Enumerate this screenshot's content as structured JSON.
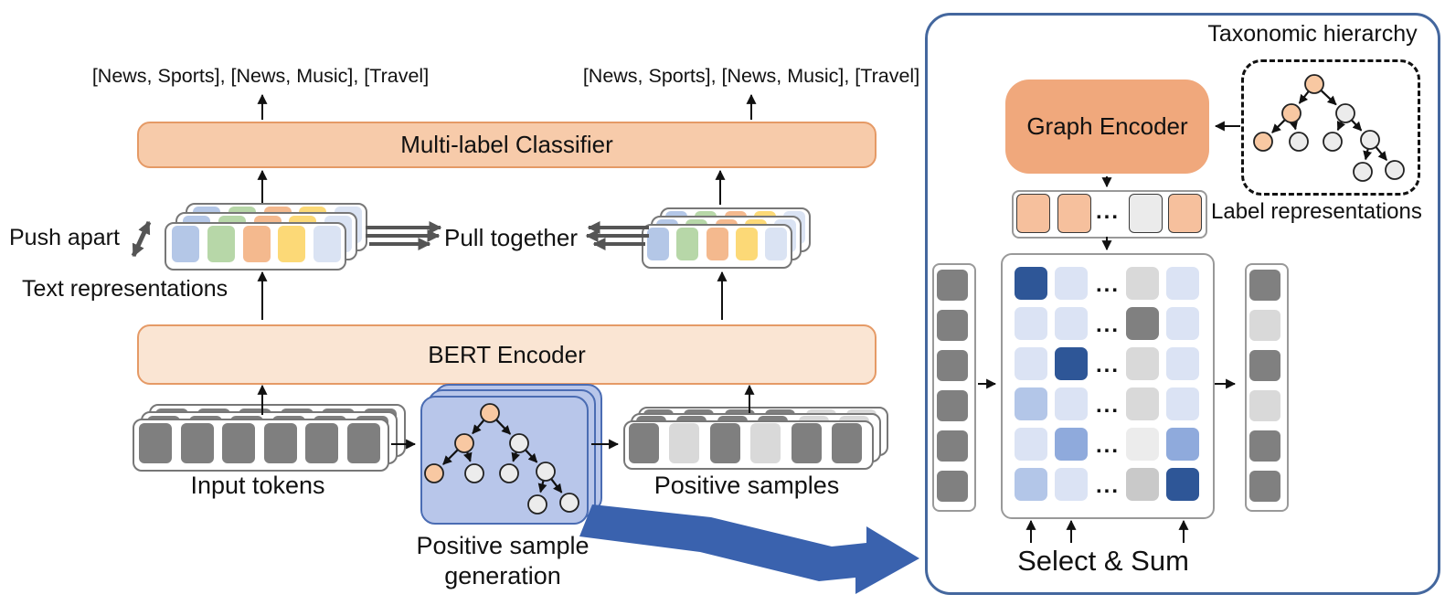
{
  "palette": {
    "peach_fill": "#f7cbaa",
    "peach_light_fill": "#fae5d3",
    "peach_border": "#e59a66",
    "graph_encoder_fill": "#f0a87c",
    "node_orange": "#f8c8a2",
    "node_gray": "#ececec",
    "blue_card_fill": "#b8c6ea",
    "blue_card_border": "#4a6cb3",
    "big_arrow_blue": "#3a62ae",
    "panel_border_blue": "#44679e",
    "card_border_gray": "#777777",
    "container_border_gray": "#999999",
    "token_dark": "#7f7f7f",
    "token_light": "#d9d9d9",
    "rep_blue": "#b4c7e7",
    "rep_green": "#b7d7a8",
    "rep_orange": "#f4b98e",
    "rep_yellow": "#fcd977",
    "rep_pale_blue": "#dae3f3",
    "cell_dark_blue": "#2e5697",
    "cell_pale_blue": "#dbe3f4",
    "cell_mid_blue": "#8faadc",
    "cell_mid_light_blue": "#b3c6e8",
    "cell_light_gray": "#d9d9d9",
    "cell_very_light_gray": "#ececec",
    "cell_mid_gray": "#c9c9c9",
    "cell_dark_gray": "#808080",
    "label_cell_orange": "#f6c09d",
    "label_cell_gray": "#ebebeb",
    "arrow_black": "#111111",
    "arrow_gray": "#555555",
    "text_color": "#111111"
  },
  "texts": {
    "predicted_labels_left": "[News, Sports], [News, Music], [Travel]",
    "predicted_labels_right": "[News, Sports], [News, Music], [Travel]",
    "classifier": "Multi-label Classifier",
    "bert_encoder": "BERT Encoder",
    "push_apart": "Push apart",
    "pull_together": "Pull together",
    "text_representations": "Text representations",
    "input_tokens": "Input tokens",
    "positive_samples": "Positive samples",
    "positive_sample_generation_line1": "Positive sample",
    "positive_sample_generation_line2": "generation",
    "taxonomic_hierarchy": "Taxonomic hierarchy",
    "graph_encoder": "Graph Encoder",
    "label_representations": "Label representations",
    "select_and_sum": "Select & Sum",
    "ellipsis": "..."
  },
  "representation_cells": [
    "rep_blue",
    "rep_green",
    "rep_orange",
    "rep_yellow",
    "rep_pale_blue"
  ],
  "input_token_cells": [
    "token_dark",
    "token_dark",
    "token_dark",
    "token_dark",
    "token_dark",
    "token_dark"
  ],
  "positive_sample_cells_front": [
    "token_dark",
    "token_light",
    "token_dark",
    "token_light",
    "token_dark",
    "token_dark"
  ],
  "positive_sample_cells_back": [
    "token_dark",
    "token_dark",
    "token_dark",
    "token_dark",
    "token_light",
    "token_light"
  ],
  "label_row_cells": [
    "label_cell_orange",
    "label_cell_orange",
    "dots",
    "label_cell_gray",
    "label_cell_orange"
  ],
  "similarity_matrix_rows": [
    [
      "cell_dark_blue",
      "cell_pale_blue",
      "dots",
      "cell_light_gray",
      "cell_pale_blue"
    ],
    [
      "cell_pale_blue",
      "cell_pale_blue",
      "dots",
      "cell_dark_gray",
      "cell_pale_blue"
    ],
    [
      "cell_pale_blue",
      "cell_dark_blue",
      "dots",
      "cell_light_gray",
      "cell_pale_blue"
    ],
    [
      "cell_mid_light_blue",
      "cell_pale_blue",
      "dots",
      "cell_light_gray",
      "cell_pale_blue"
    ],
    [
      "cell_pale_blue",
      "cell_mid_blue",
      "dots",
      "cell_very_light_gray",
      "cell_mid_blue"
    ],
    [
      "cell_mid_light_blue",
      "cell_pale_blue",
      "dots",
      "cell_mid_gray",
      "cell_dark_blue"
    ]
  ],
  "left_vector_cells": [
    "cell_dark_gray",
    "cell_dark_gray",
    "cell_dark_gray",
    "cell_dark_gray",
    "cell_dark_gray",
    "cell_dark_gray"
  ],
  "right_vector_cells": [
    "cell_dark_gray",
    "cell_light_gray",
    "cell_dark_gray",
    "cell_light_gray",
    "cell_dark_gray",
    "cell_dark_gray"
  ],
  "taxonomy_tree": {
    "node_colors": [
      "orange",
      "orange",
      "gray",
      "orange",
      "gray",
      "gray",
      "gray",
      "gray",
      "gray"
    ],
    "edges": [
      [
        0,
        1
      ],
      [
        0,
        2
      ],
      [
        1,
        3
      ],
      [
        1,
        4
      ],
      [
        2,
        5
      ],
      [
        2,
        6
      ],
      [
        6,
        7
      ],
      [
        6,
        8
      ]
    ]
  },
  "generation_tree": {
    "node_colors": [
      "orange",
      "orange",
      "gray",
      "orange",
      "gray",
      "gray",
      "gray",
      "gray",
      "gray"
    ],
    "edges": [
      [
        0,
        1
      ],
      [
        0,
        2
      ],
      [
        1,
        3
      ],
      [
        1,
        4
      ],
      [
        2,
        5
      ],
      [
        2,
        6
      ],
      [
        6,
        7
      ],
      [
        6,
        8
      ]
    ]
  }
}
